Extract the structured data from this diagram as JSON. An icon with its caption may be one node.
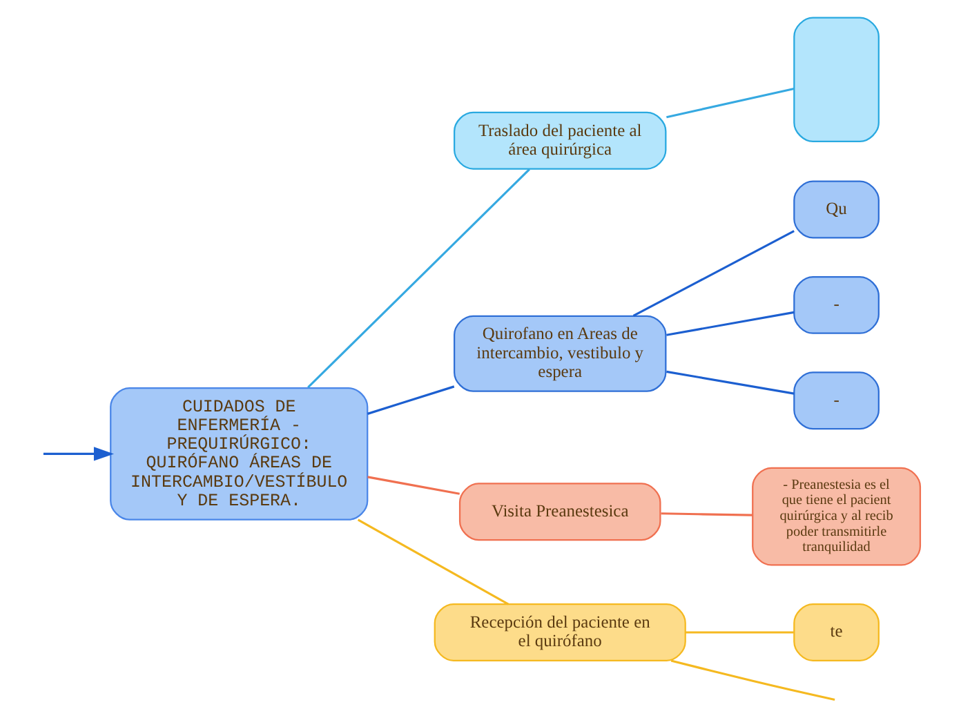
{
  "diagram": {
    "nodes": [
      {
        "text": [
          "CUIDADOS DE ENFERMERÍA - PREQUIRÚRGICO: QUIRÓFANO ÁREAS DE INTERCAMBIO/VESTÍBULO Y DE ESPERA."
        ]
      },
      {
        "text": [
          "Traslado del paciente al área quirúrgica"
        ]
      },
      {
        "text": [],
        "shape": "box"
      },
      {
        "text": [
          "Quirofano en Areas de intercambio, vestibulo y espera"
        ]
      },
      {
        "text": [
          "Qu"
        ]
      },
      {
        "text": [
          "-"
        ]
      },
      {
        "text": [
          "-"
        ]
      },
      {
        "text": [
          "Visita Preanestesica"
        ]
      },
      {
        "text": [
          "- Preanestesia es el que tiene el pacient quirúrgica y al recib poder transmitirle tranquilidad"
        ]
      },
      {
        "text": [
          "Recepción del paciente en el quirófano"
        ]
      },
      {
        "text": [
          "te"
        ]
      }
    ],
    "edges": [
      {
        "from": null,
        "to": 0,
        "arrow": "to"
      },
      {
        "from": 0,
        "to": 1,
        "arrow": "none",
        "color": "#36a9e1"
      },
      {
        "from": 1,
        "to": 2,
        "arrow": "none",
        "color": "#36a9e1"
      },
      {
        "from": 0,
        "to": 3,
        "arrow": "none"
      },
      {
        "from": 3,
        "to": 4,
        "arrow": "none"
      },
      {
        "from": 3,
        "to": 5,
        "arrow": "none"
      },
      {
        "from": 3,
        "to": 6,
        "arrow": "none"
      },
      {
        "from": 0,
        "to": 7,
        "arrow": "none",
        "color": "#f07050"
      },
      {
        "from": 7,
        "to": 8,
        "arrow": "none",
        "color": "#f07050"
      },
      {
        "from": 0,
        "to": 9,
        "arrow": "none",
        "color": "#f5b920"
      },
      {
        "from": 9,
        "to": 10,
        "arrow": "none",
        "color": "#f5b920"
      },
      {
        "from": 9,
        "to": null,
        "arrow": "none",
        "color": "#f5b920"
      }
    ]
  }
}
